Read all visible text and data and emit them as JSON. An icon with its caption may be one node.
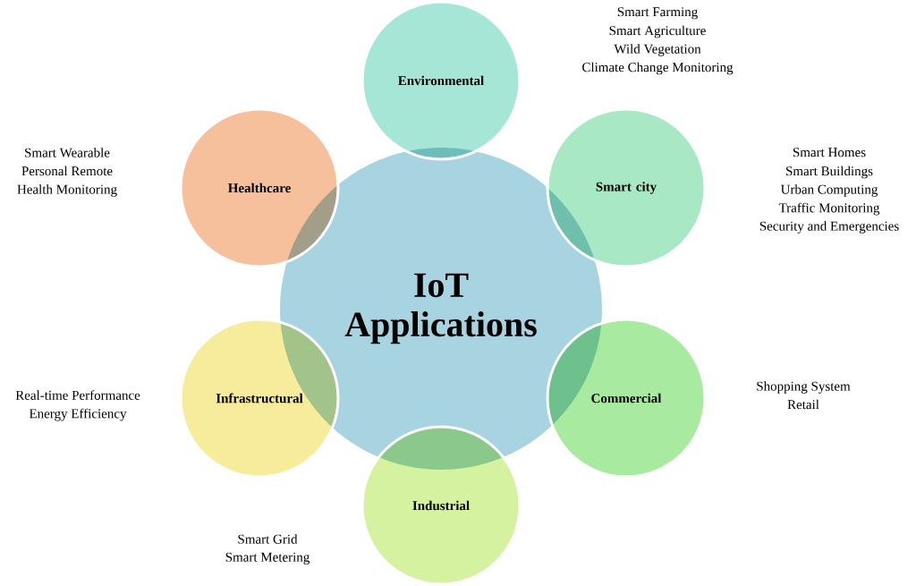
{
  "diagram": {
    "nodes": [
      {
        "text": [
          "IoT Applications"
        ]
      },
      {
        "text": [
          "Environmental"
        ],
        "beside": [
          "Smart Farming",
          "Smart Agriculture",
          "Wild Vegetation",
          "Climate Change Monitoring"
        ]
      },
      {
        "text": [
          "Smart city"
        ],
        "beside": [
          "Smart Homes",
          "Smart Buildings",
          "Urban Computing",
          "Traffic Monitoring",
          "Security and Emergencies"
        ]
      },
      {
        "text": [
          "Healthcare"
        ],
        "beside": [
          "Smart Wearable",
          "Personal Remote",
          "Health Monitoring"
        ]
      },
      {
        "text": [
          "Commercial"
        ],
        "beside": [
          "Shopping System",
          "Retail"
        ]
      },
      {
        "text": [
          "Infrastructural"
        ],
        "beside": [
          "Real-time Performance",
          "Energy Efficiency"
        ]
      },
      {
        "text": [
          "Industrial"
        ],
        "beside": [
          "Smart Grid",
          "Smart Metering"
        ]
      }
    ]
  }
}
